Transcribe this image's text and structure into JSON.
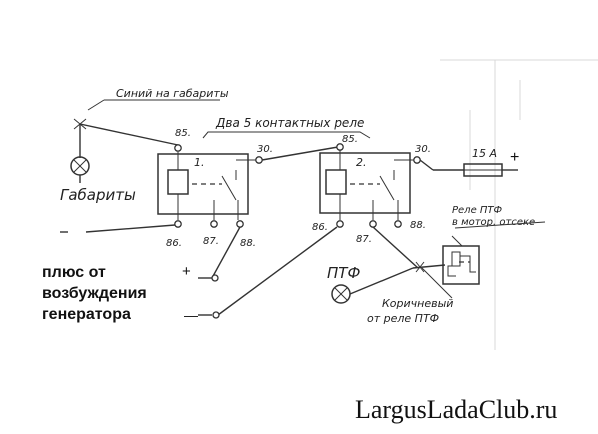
{
  "wires": {
    "blue_to_parking": "Синий на габариты",
    "brown_from_relay_line1": "Коричневый",
    "brown_from_relay_line2": "от реле ПТФ"
  },
  "lamps": {
    "parking": "Габариты",
    "fog": "ПТФ"
  },
  "relays": {
    "caption": "Два 5 контактных реле",
    "relay1": {
      "number": "1.",
      "pin85": "85.",
      "pin30": "30.",
      "pin86": "86.",
      "pin87": "87.",
      "pin88": "88."
    },
    "relay2": {
      "number": "2.",
      "pin85": "85.",
      "pin30": "30.",
      "pin86": "86.",
      "pin87": "87.",
      "pin88": "88."
    }
  },
  "fuse": {
    "rating": "15 А"
  },
  "fog_relay_label": {
    "line1": "Реле ПТФ",
    "line2": "в мотор. отсеке"
  },
  "polarity": {
    "plus": "+",
    "minus": "—"
  },
  "note": "плюс от возбуждения генератора",
  "watermark": "LargusLadaClub.ru"
}
